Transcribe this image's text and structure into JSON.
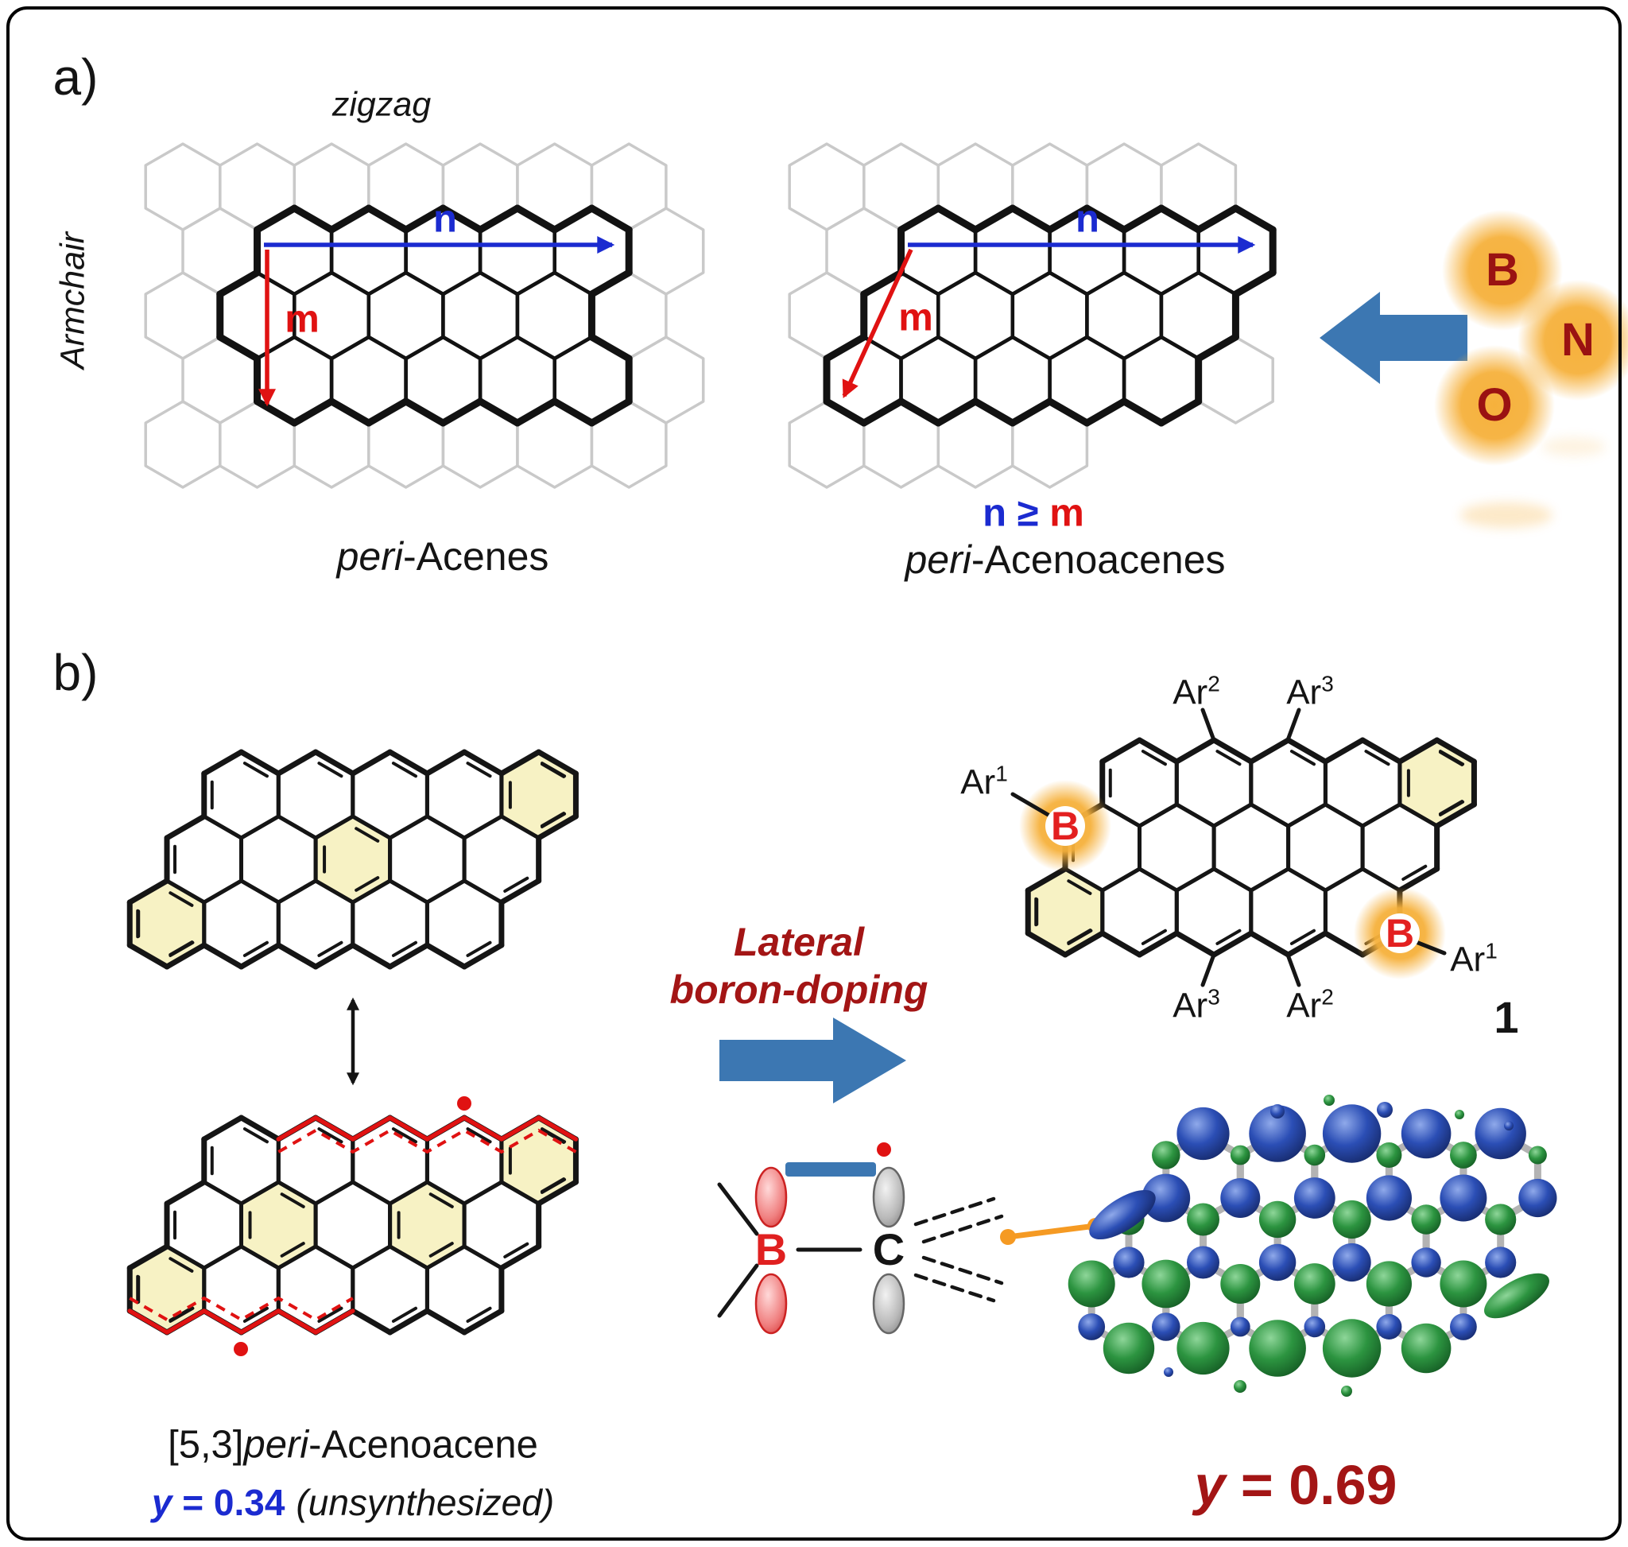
{
  "panel_a": {
    "label": "a)",
    "zigzag": "zigzag",
    "armchair": "Armchair",
    "n": "n",
    "m": "m",
    "inequality": {
      "n": "n",
      "geq": " ≥ ",
      "m": "m"
    },
    "caption_left": {
      "italic": "peri",
      "rest": "-Acenes"
    },
    "caption_right": {
      "italic": "peri",
      "rest": "-Acenoacenes"
    },
    "atoms": {
      "b": "B",
      "n": "N",
      "o": "O"
    }
  },
  "panel_b": {
    "label": "b)",
    "arrow_text": {
      "line1": "Lateral",
      "line2": "boron-doping"
    },
    "structure_name": {
      "prefix": "[5,3]",
      "italic": "peri",
      "rest": "-Acenoacene"
    },
    "y_left": {
      "var": "y",
      "eq": " = ",
      "val": "0.34"
    },
    "unsynthesized": "(unsynthesized)",
    "y_right": {
      "var": "y",
      "eq": " = ",
      "val": "0.69"
    },
    "compound_number": "1",
    "boron": "B",
    "carbon": "C",
    "b_left": "B",
    "b_right": "B",
    "ar_top_left": {
      "base": "Ar",
      "sup": "2"
    },
    "ar_top_right": {
      "base": "Ar",
      "sup": "3"
    },
    "ar_left": {
      "base": "Ar",
      "sup": "1"
    },
    "ar_right": {
      "base": "Ar",
      "sup": "1"
    },
    "ar_bottom_left": {
      "base": "Ar",
      "sup": "3"
    },
    "ar_bottom_right": {
      "base": "Ar",
      "sup": "2"
    }
  },
  "colors": {
    "blue": "#1b2bd0",
    "red": "#e01212",
    "dark_red": "#a31515",
    "steel_blue_arrow": "#3c77b2",
    "clar_yellow": "#f7f2c4",
    "glow_orange": "#f6b13c",
    "spin_blue": "#2b4eb5",
    "spin_green": "#2c9440",
    "lattice_gray": "#c9c9c9"
  }
}
